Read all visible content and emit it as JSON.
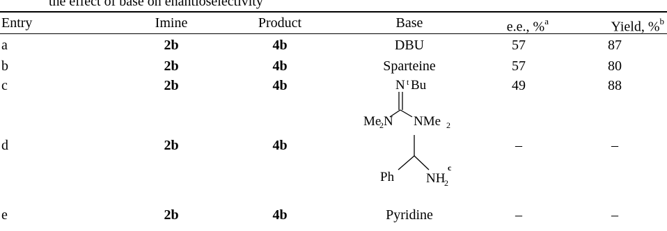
{
  "caption": "the effect of base on enantioselectivity",
  "headers": {
    "entry": "Entry",
    "imine": "Imine",
    "product": "Product",
    "base": "Base",
    "ee": "e.e., %",
    "ee_note": "a",
    "yield": "Yield, %",
    "yield_note": "b"
  },
  "rows": [
    {
      "entry": "a",
      "imine": "2b",
      "product": "4b",
      "base": "DBU",
      "ee": "57",
      "yield": "87"
    },
    {
      "entry": "b",
      "imine": "2b",
      "product": "4b",
      "base": "Sparteine",
      "ee": "57",
      "yield": "80"
    },
    {
      "entry": "c",
      "imine": "2b",
      "product": "4b",
      "base": "",
      "ee": "49",
      "yield": "88"
    },
    {
      "entry": "d",
      "imine": "2b",
      "product": "4b",
      "base": "",
      "ee": "–",
      "yield": "–"
    },
    {
      "entry": "e",
      "imine": "2b",
      "product": "4b",
      "base": "Pyridine",
      "ee": "–",
      "yield": "–"
    }
  ],
  "structures": {
    "guanidine": {
      "n_top": "N",
      "tbu_sup": "t",
      "tbu": "Bu",
      "left_group": "Me",
      "left_sub": "2",
      "left_n": "N",
      "right_group": "NMe",
      "right_sub": "2"
    },
    "amine": {
      "left_group": "Ph",
      "right_group": "NH",
      "right_sub": "2",
      "note": "c"
    }
  }
}
